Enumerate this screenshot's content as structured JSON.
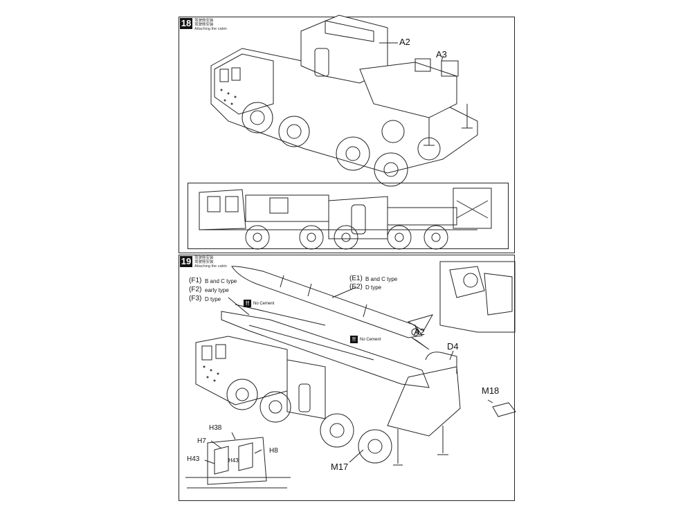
{
  "step18": {
    "number": "18",
    "caption_cn_1": "驾驶舱安装",
    "caption_cn_2": "驾驶舱安装",
    "caption_en": "Attaching the cabin",
    "callouts": {
      "a2": "A2",
      "a3": "A3"
    }
  },
  "step19": {
    "number": "19",
    "caption_cn_1": "驾驶舱安装",
    "caption_cn_2": "驾驶舱安装",
    "caption_en": "Attaching the cabin",
    "f_parts": {
      "f1_code": "(F1)",
      "f1_text": "B and C type",
      "f2_code": "(F2)",
      "f2_text": "early type",
      "f3_code": "(F3)",
      "f3_text": "D type"
    },
    "e_parts": {
      "e1_code": "(E1)",
      "e1_text": "B and C type",
      "e2_code": "(E2)",
      "e2_text": "D type"
    },
    "warnings": {
      "symbol": "!!",
      "text": "No Cement"
    },
    "callouts": {
      "a2": "A2",
      "d4": "D4",
      "m18": "M18",
      "m17": "M17",
      "h38": "H38",
      "h7": "H7",
      "h8": "H8",
      "h43a": "H43",
      "h43b": "H43"
    }
  }
}
